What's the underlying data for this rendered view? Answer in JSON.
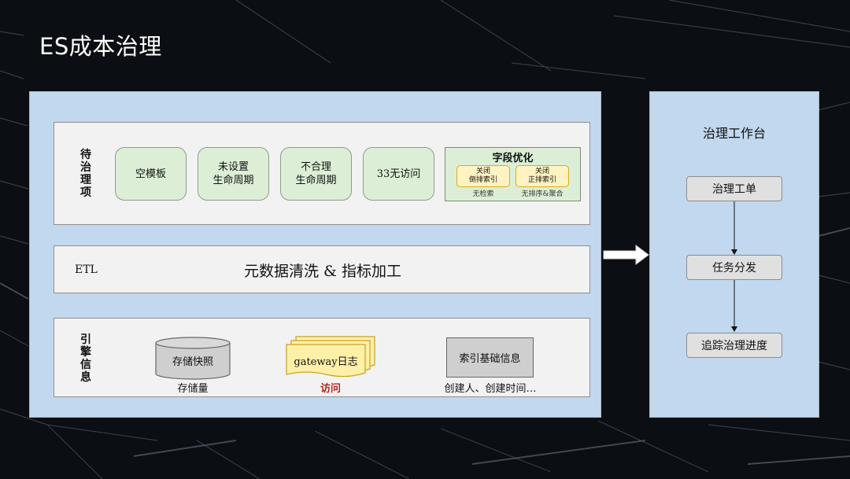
{
  "slide": {
    "title": "ES成本治理"
  },
  "pending": {
    "label_chars": [
      "待",
      "治",
      "理",
      "项"
    ],
    "items": [
      {
        "lines": [
          "空模板"
        ]
      },
      {
        "lines": [
          "未设置",
          "生命周期"
        ]
      },
      {
        "lines": [
          "不合理",
          "生命周期"
        ]
      },
      {
        "lines": [
          "33无访问"
        ]
      }
    ],
    "field_opt": {
      "title": "字段优化",
      "tags": [
        {
          "lines": [
            "关闭",
            "倒排索引"
          ],
          "sub": "无检索"
        },
        {
          "lines": [
            "关闭",
            "正排索引"
          ],
          "sub": "无排序&聚合"
        }
      ]
    }
  },
  "etl": {
    "label": "ETL",
    "text": "元数据清洗 & 指标加工"
  },
  "engine": {
    "label_chars": [
      "引",
      "擎",
      "信",
      "息"
    ],
    "snapshot": {
      "label": "存储快照",
      "caption": "存储量"
    },
    "gateway": {
      "label": "gateway日志",
      "caption": "访问"
    },
    "index": {
      "label": "索引基础信息",
      "caption": "创建人、创建时间…"
    }
  },
  "workbench": {
    "title": "治理工作台",
    "steps": [
      "治理工单",
      "任务分发",
      "追踪治理进度"
    ]
  },
  "colors": {
    "panel": "#c2d8ee",
    "row": "#f2f2f2",
    "item": "#dcefd6",
    "tag": "#fff3c2",
    "gateway": "#fff0a8",
    "access_text": "#b3261e",
    "step": "#e0e0e0"
  }
}
